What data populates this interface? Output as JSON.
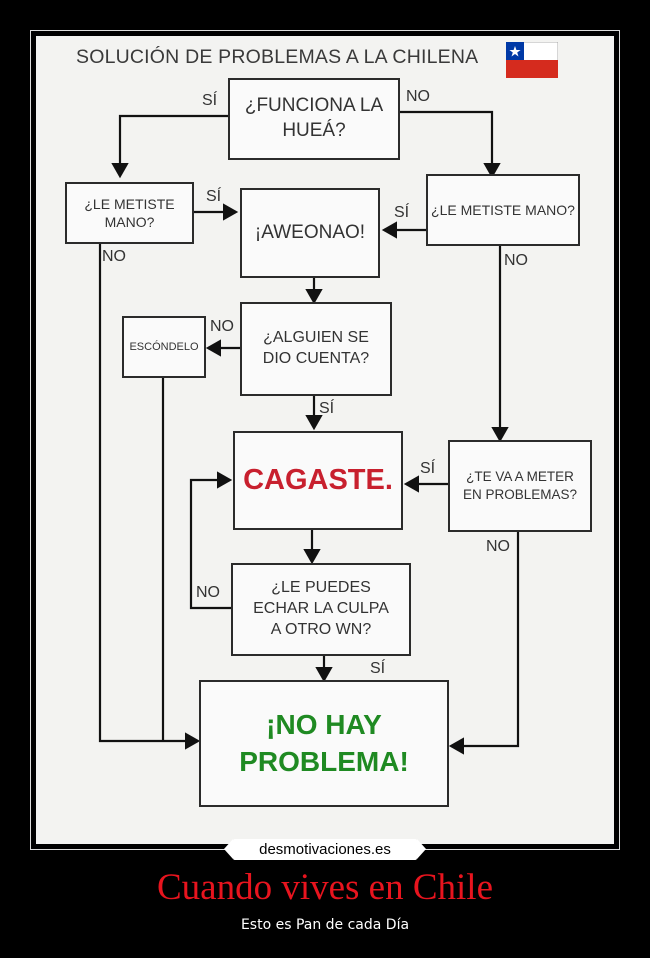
{
  "title": "SOLUCIÓN DE PROBLEMAS A LA CHILENA",
  "flowchart": {
    "nodes": {
      "start": "¿FUNCIONA LA HUEÁ?",
      "metiste_left": "¿LE METISTE MANO?",
      "aweonao": "¡AWEONAO!",
      "metiste_right": "¿LE METISTE MANO?",
      "alguien": "¿ALGUIEN SE DIO CUENTA?",
      "escondelo": "ESCÓNDELO",
      "cagaste": "CAGASTE.",
      "problemas": "¿TE VA A METER EN PROBLEMAS?",
      "culpa": "¿LE PUEDES ECHAR LA CULPA A OTRO WN?",
      "no_problema": "¡NO HAY PROBLEMA!"
    },
    "edge_labels": {
      "yes": "SÍ",
      "no": "NO"
    }
  },
  "watermark": "desmotivaciones.es",
  "caption": {
    "title": "Cuando vives en Chile",
    "subtitle": "Esto es Pan de cada Día"
  },
  "colors": {
    "cagaste": "#c8202e",
    "no_problema": "#1f8a22",
    "caption_title": "#e8141e"
  }
}
